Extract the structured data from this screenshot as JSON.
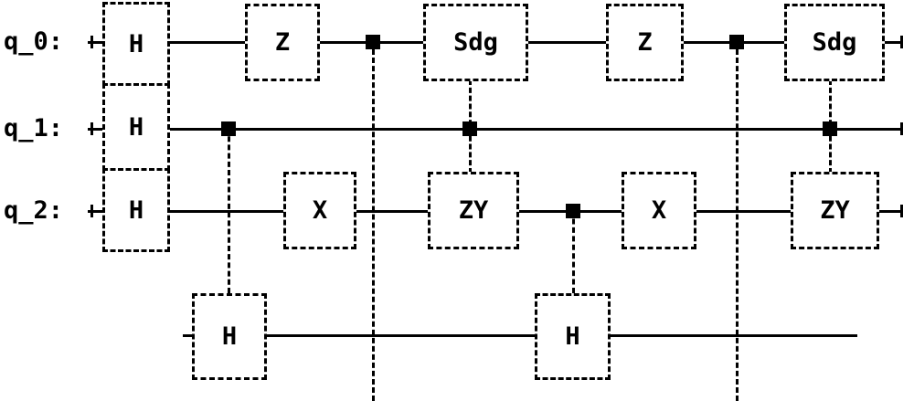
{
  "diagram": {
    "type": "quantum-circuit",
    "colors": {
      "ink": "#000000",
      "background": "#ffffff"
    },
    "qubits": {
      "q0": {
        "label": "q_0:"
      },
      "q1": {
        "label": "q_1:"
      },
      "q2": {
        "label": "q_2:"
      }
    },
    "gates": {
      "q0_h": "H",
      "q0_z_1": "Z",
      "q0_sdg_1": "Sdg",
      "q0_z_2": "Z",
      "q0_sdg_2": "Sdg",
      "q1_h": "H",
      "q2_h": "H",
      "q2_x_1": "X",
      "q2_zy_1": "ZY",
      "q2_x_2": "X",
      "q2_zy_2": "ZY",
      "anc_h_1": "H",
      "anc_h_2": "H"
    },
    "controls": {
      "count": 6,
      "description": "filled square control markers on qubit wires joined by dashed vertical lines"
    }
  }
}
